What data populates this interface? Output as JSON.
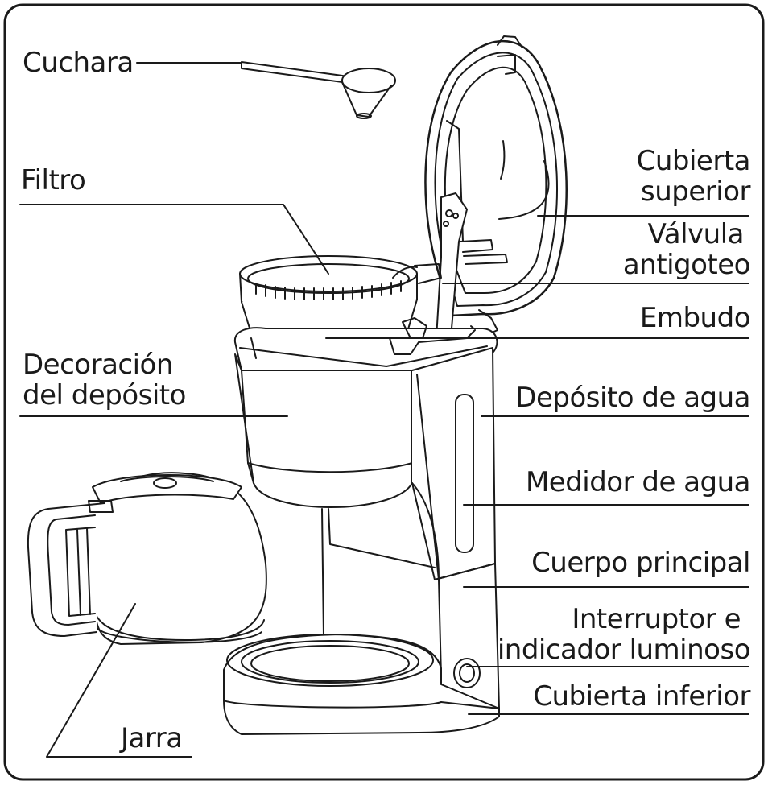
{
  "labels": {
    "cuchara": "Cuchara",
    "filtro": "Filtro",
    "cubierta_superior": [
      "Cubierta",
      "superior"
    ],
    "valvula": [
      "Válvula",
      "antigoteo"
    ],
    "embudo": "Embudo",
    "decoracion": [
      "Decoración",
      "del depósito"
    ],
    "deposito_agua": "Depósito de agua",
    "medidor_agua": "Medidor de agua",
    "cuerpo_principal": "Cuerpo principal",
    "interruptor": [
      "Interruptor e",
      "indicador luminoso"
    ],
    "cubierta_inferior": "Cubierta inferior",
    "jarra": "Jarra"
  }
}
